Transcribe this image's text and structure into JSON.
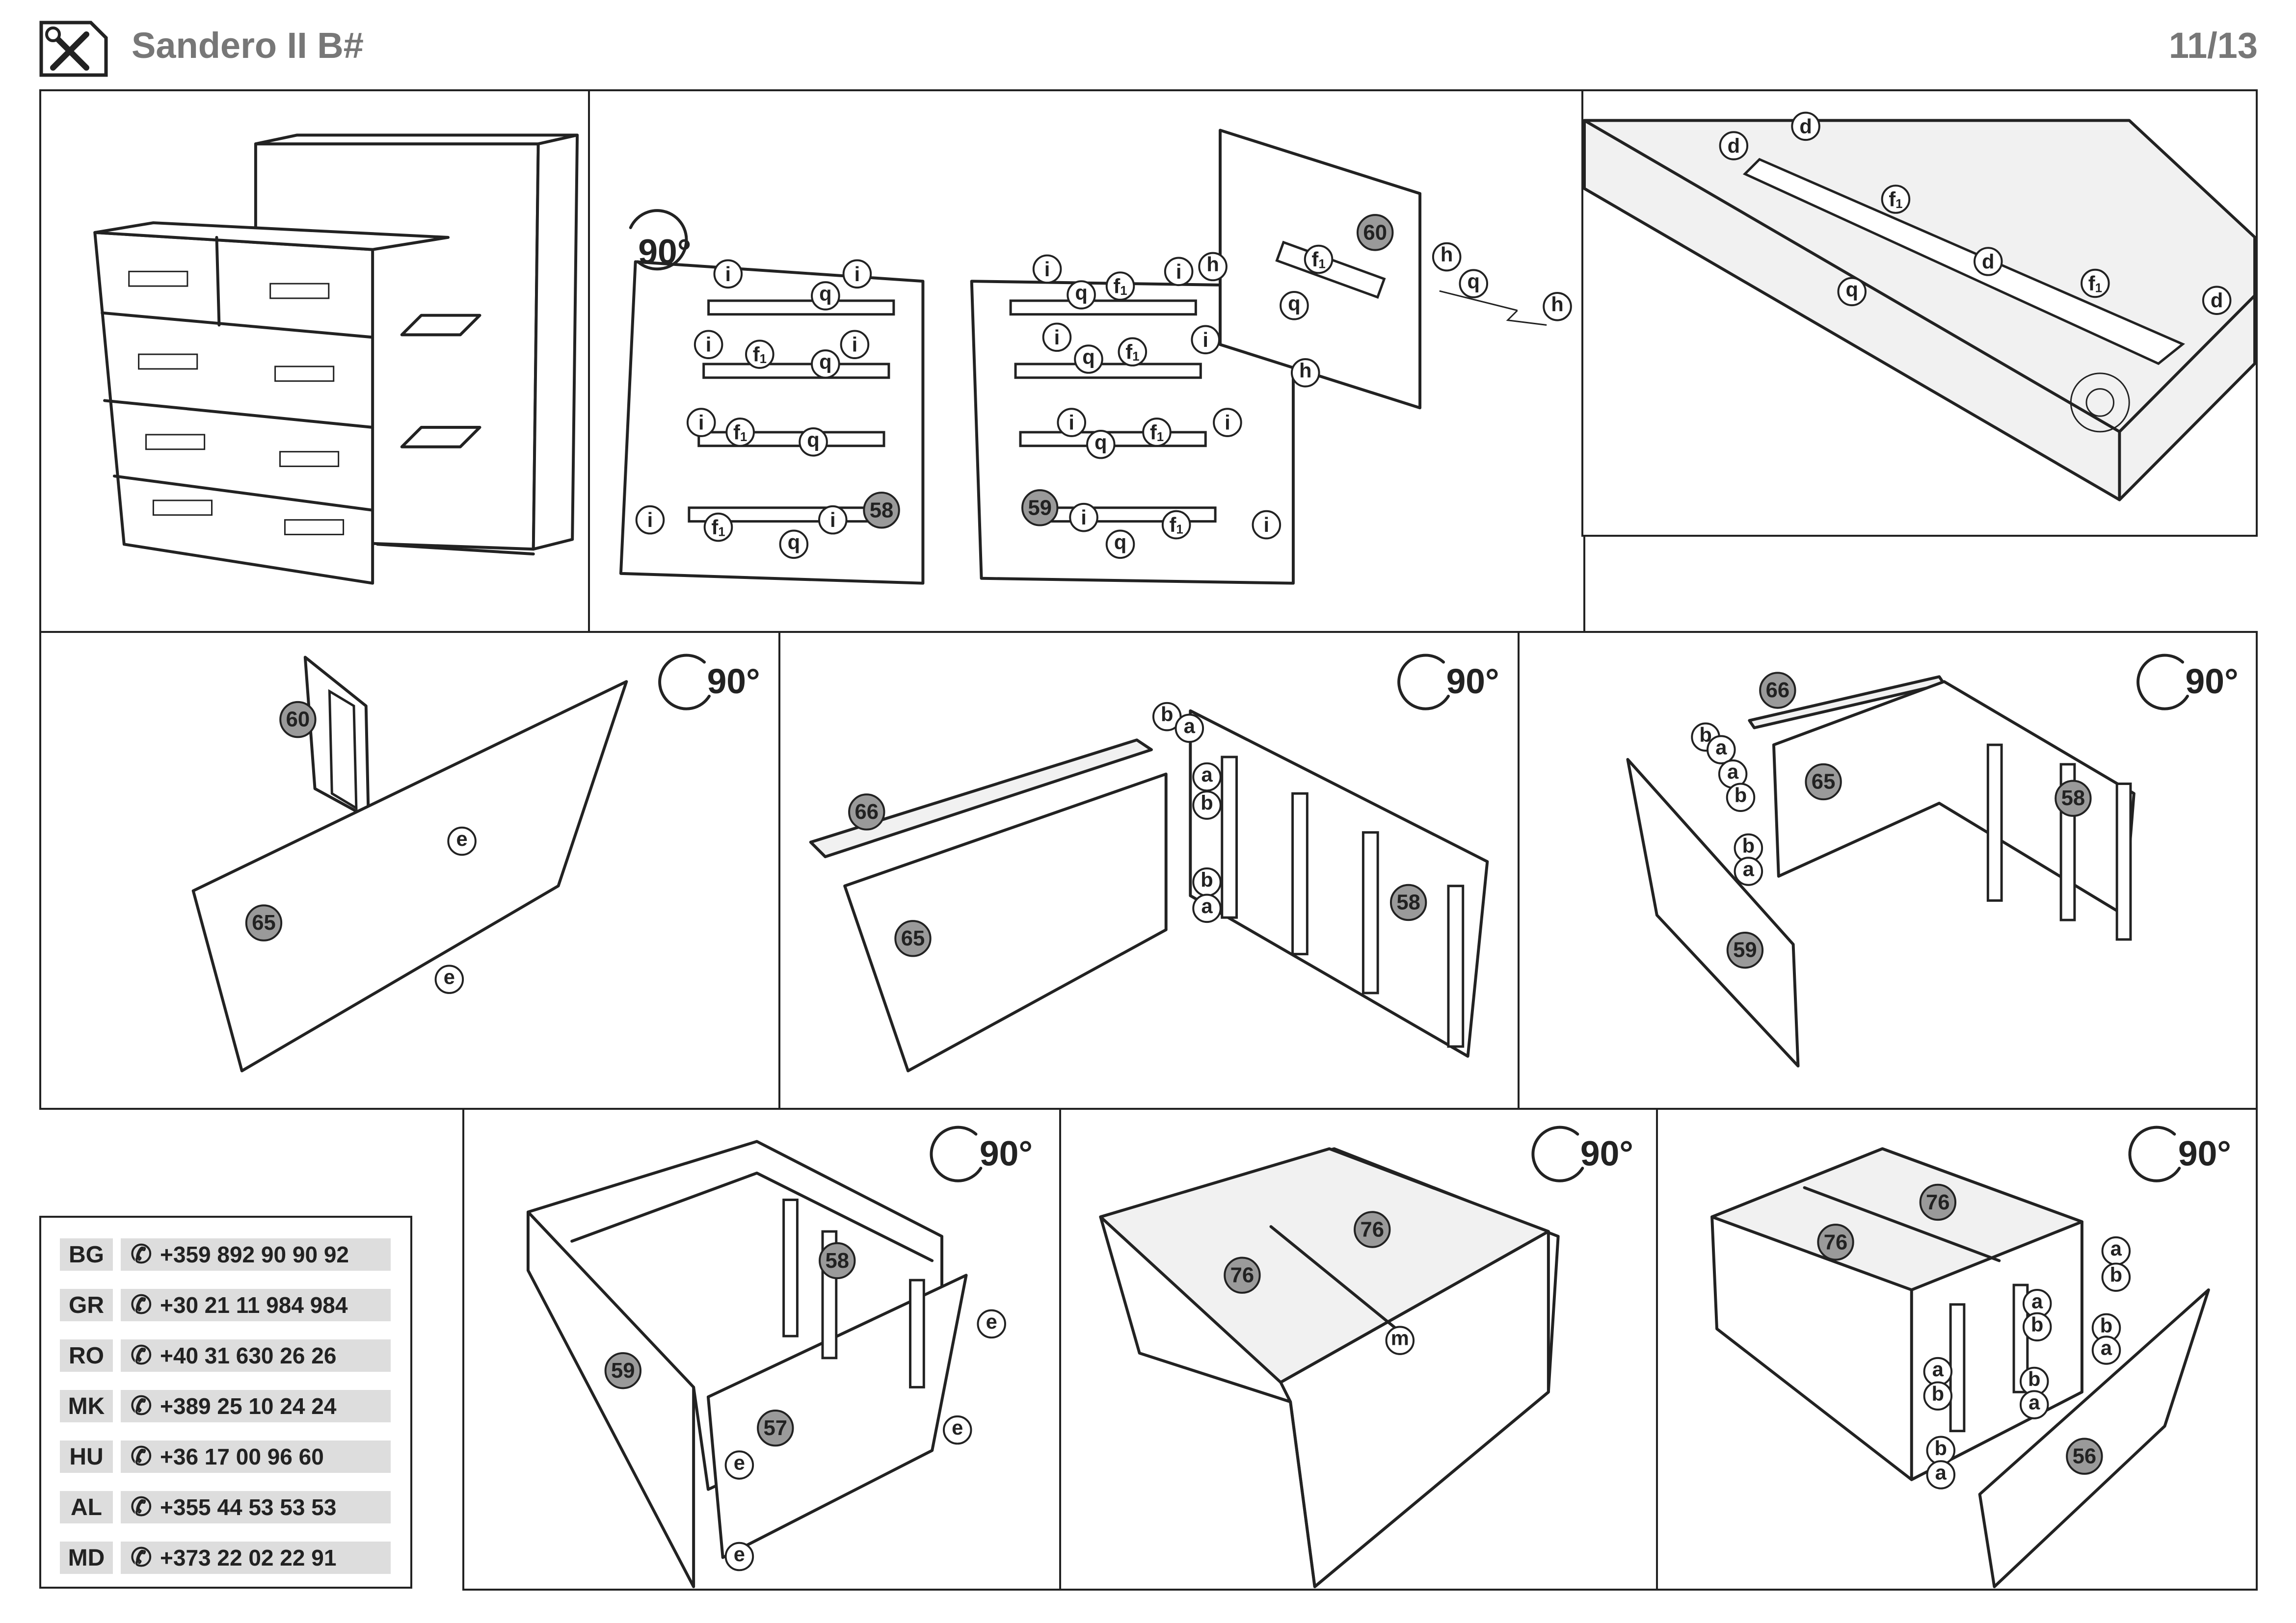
{
  "header": {
    "icon": "wrench-screwdriver-icon",
    "title": "Sandero II B#",
    "page": "11/13"
  },
  "rotation_label": "90°",
  "labels": {
    "i": "i",
    "q": "q",
    "f1": "f",
    "f1_sub": "1",
    "h": "h",
    "d": "d",
    "e": "e",
    "a": "a",
    "b": "b",
    "m": "m"
  },
  "parts": {
    "p56": "56",
    "p57": "57",
    "p58": "58",
    "p59": "59",
    "p60": "60",
    "p65": "65",
    "p66": "66",
    "p76": "76"
  },
  "contacts": [
    {
      "code": "BG",
      "phone": "+359 892 90 90 92"
    },
    {
      "code": "GR",
      "phone": "+30 21 11 984 984"
    },
    {
      "code": "RO",
      "phone": "+40 31 630 26 26"
    },
    {
      "code": "MK",
      "phone": "+389 25 10 24 24"
    },
    {
      "code": "HU",
      "phone": "+36 17 00 96 60"
    },
    {
      "code": "AL",
      "phone": "+355 44 53 53 53"
    },
    {
      "code": "MD",
      "phone": "+373 22 02 22 91"
    }
  ],
  "phone_icon": "phone-icon",
  "colors": {
    "part_badge": "#9a9a9a",
    "contact_bg": "#dddddd",
    "header_text": "#777777"
  }
}
